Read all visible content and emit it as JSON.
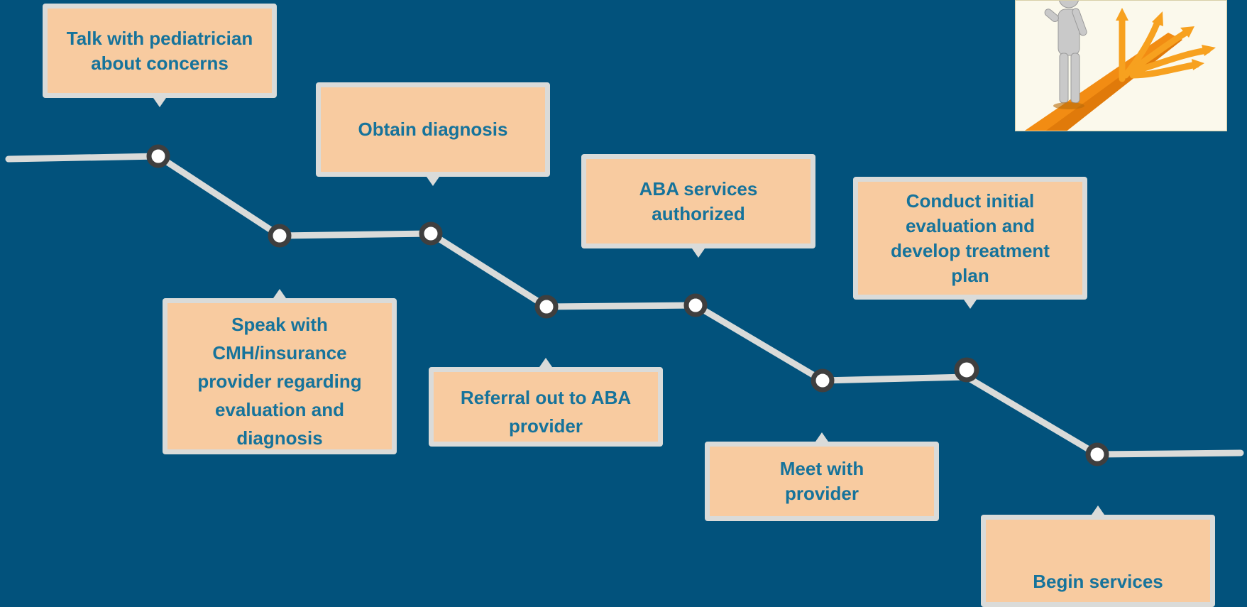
{
  "steps": [
    {
      "id": "step1",
      "label": "Talk with pediatrician\nabout concerns"
    },
    {
      "id": "step2",
      "label": "Speak with\nCMH/insurance\nprovider regarding\nevaluation and\ndiagnosis"
    },
    {
      "id": "step3",
      "label": "Obtain diagnosis"
    },
    {
      "id": "step4",
      "label": "Referral out to ABA\nprovider"
    },
    {
      "id": "step5",
      "label": "ABA services\nauthorized"
    },
    {
      "id": "step6",
      "label": "Meet with\nprovider"
    },
    {
      "id": "step7",
      "label": "Conduct initial\nevaluation and\ndevelop treatment\nplan"
    },
    {
      "id": "step8",
      "label": "Begin services"
    }
  ],
  "colors": {
    "background": "#02527c",
    "box_fill": "#f8cba0",
    "box_border": "#dadbd9",
    "text": "#16739b",
    "line": "#dadbd9",
    "node_ring": "#3f3f3f",
    "node_fill": "#ffffff",
    "arrow": "#f7941d"
  },
  "illustration": {
    "icon": "person-at-crossroads-arrows-icon"
  }
}
